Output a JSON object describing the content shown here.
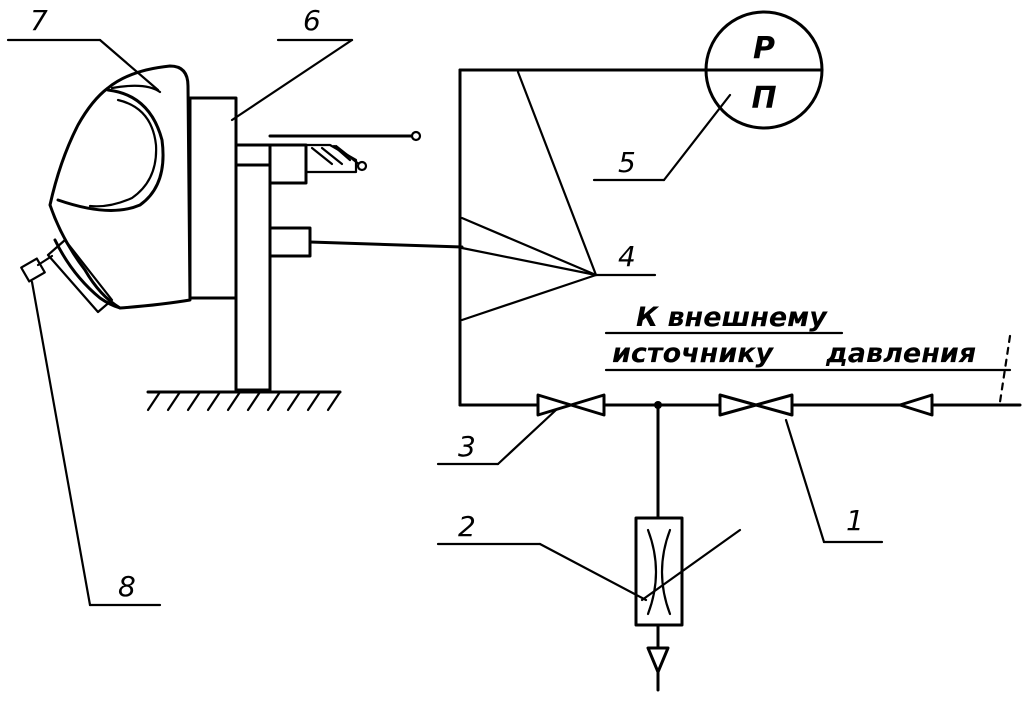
{
  "labels": {
    "l1": "1",
    "l2": "2",
    "l3": "3",
    "l4": "4",
    "l5": "5",
    "l6": "6",
    "l7": "7",
    "l8": "8"
  },
  "gauge": {
    "top": "Р",
    "bottom": "П"
  },
  "caption": {
    "line1": "К внешнему",
    "line2a": "источнику",
    "line2b": "давления"
  }
}
